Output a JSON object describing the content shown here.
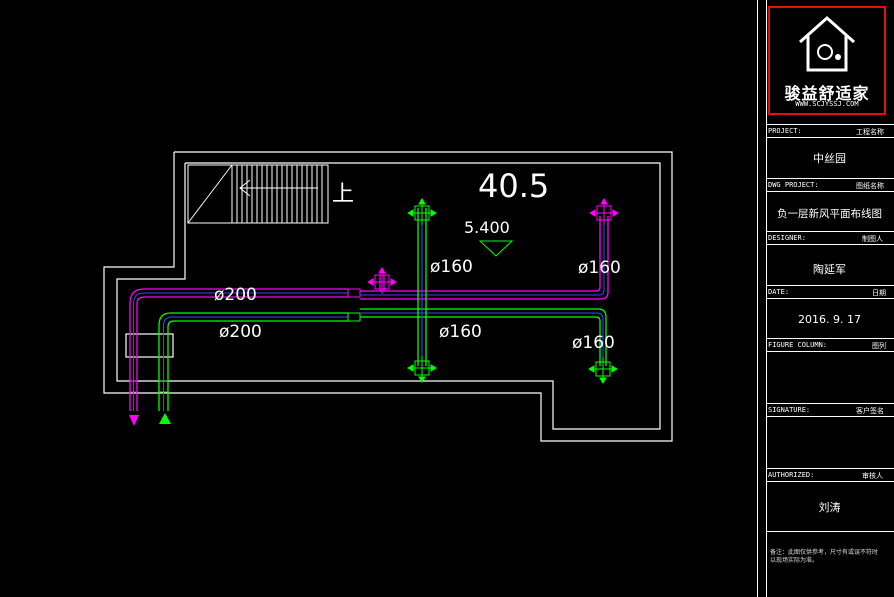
{
  "colors": {
    "background": "#000000",
    "wall": "#ffffff",
    "exhaust_duct": "#ff00ff",
    "exhaust_inner": "#4040ff",
    "fresh_duct": "#00ff00",
    "fresh_inner": "#3050ff",
    "logo_border": "#e01010"
  },
  "plan": {
    "area": "40.5",
    "elevation": "5.400",
    "stair_label": "上",
    "duct_labels": {
      "exhaust_main": "ø200",
      "fresh_main": "ø200",
      "exhaust_branch_mid": "ø160",
      "exhaust_branch_right": "ø160",
      "fresh_branch_mid": "ø160",
      "fresh_branch_right": "ø160"
    }
  },
  "logo": {
    "brand": "骏益舒适家",
    "url": "WWW.SCJYSSJ.COM"
  },
  "title_block": {
    "project_label_en": "PROJECT:",
    "project_label_cn": "工程名称",
    "project_value": "中丝园",
    "dwg_label_en": "DWG PROJECT:",
    "dwg_label_cn": "图纸名称",
    "dwg_value": "负一层新风平面布线图",
    "designer_label_en": "DESIGNER:",
    "designer_label_cn": "制图人",
    "designer_value": "陶延军",
    "date_label_en": "DATE:",
    "date_label_cn": "日期",
    "date_value": "2016. 9. 17",
    "figure_label_en": "FIGURE COLUMN:",
    "figure_label_cn": "图列",
    "signature_label_en": "SIGNATURE:",
    "signature_label_cn": "客户签名",
    "authorized_label_en": "AUTHORIZED:",
    "authorized_label_cn": "审核人",
    "authorized_value": "刘涛",
    "note": "备注：此图仅供参考，尺寸有或误不符时以现场实际为准。"
  }
}
